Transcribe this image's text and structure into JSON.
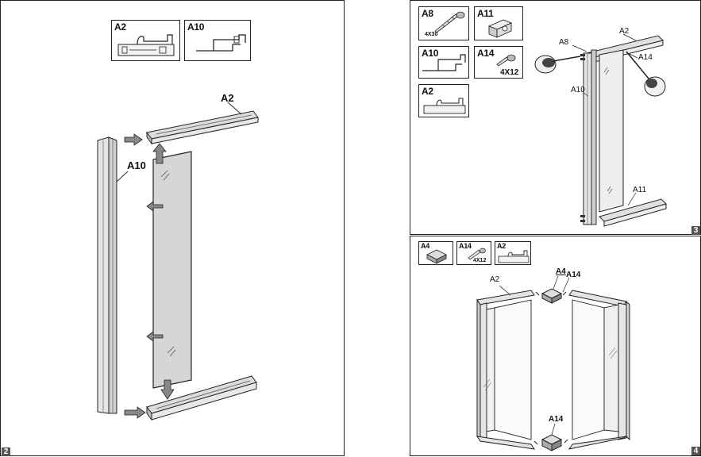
{
  "page_left": {
    "step_number": "2",
    "parts": [
      {
        "id": "A2"
      },
      {
        "id": "A10"
      }
    ],
    "callouts": {
      "a2": "A2",
      "a10": "A10"
    }
  },
  "page_right_top": {
    "step_number": "3",
    "parts": [
      {
        "id": "A8",
        "size": "4X30"
      },
      {
        "id": "A11"
      },
      {
        "id": "A10"
      },
      {
        "id": "A14",
        "size": "4X12"
      },
      {
        "id": "A2"
      }
    ],
    "callouts": {
      "a2": "A2",
      "a8": "A8",
      "a14": "A14",
      "a10": "A10",
      "a11": "A11"
    }
  },
  "page_right_bottom": {
    "step_number": "4",
    "parts": [
      {
        "id": "A4"
      },
      {
        "id": "A14",
        "size": "4X12"
      },
      {
        "id": "A2"
      }
    ],
    "callouts": {
      "a2": "A2",
      "a4": "A4",
      "a14_top": "A14",
      "a14_bottom": "A14"
    }
  },
  "colors": {
    "line": "#222222",
    "fill_gray": "#d9d9d9",
    "glass": "#e6e6e6",
    "badge": "#555555"
  }
}
